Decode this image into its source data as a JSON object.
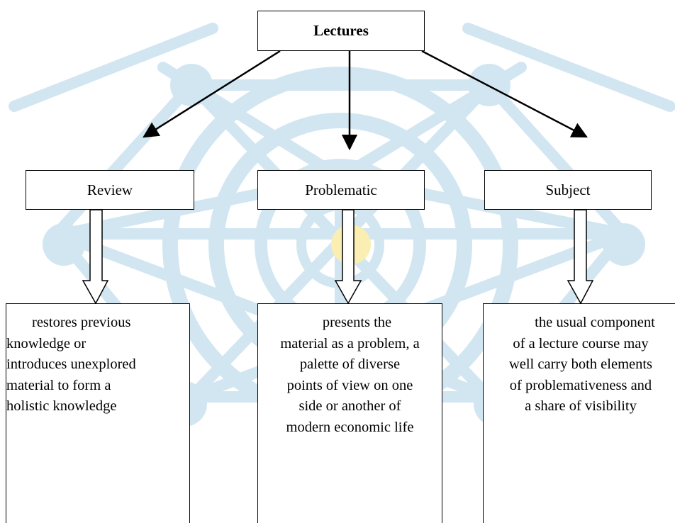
{
  "root": {
    "label": "Lectures"
  },
  "branches": [
    {
      "label": "Review",
      "description": [
        "restores previous",
        "knowledge or",
        "introduces unexplored",
        "material to form a",
        "holistic knowledge"
      ]
    },
    {
      "label": "Problematic",
      "description": [
        "presents the",
        "material as a problem, a",
        "palette of diverse",
        "points of view on one",
        "side or another of",
        "modern economic life"
      ]
    },
    {
      "label": "Subject",
      "description": [
        "the usual component",
        "of a lecture course may",
        "well carry both elements",
        "of problemativeness and",
        "a share of visibility"
      ]
    }
  ],
  "colors": {
    "watermark": "#d2e6f2",
    "watermark_bulb": "#fbeeb3",
    "line": "#000000"
  }
}
